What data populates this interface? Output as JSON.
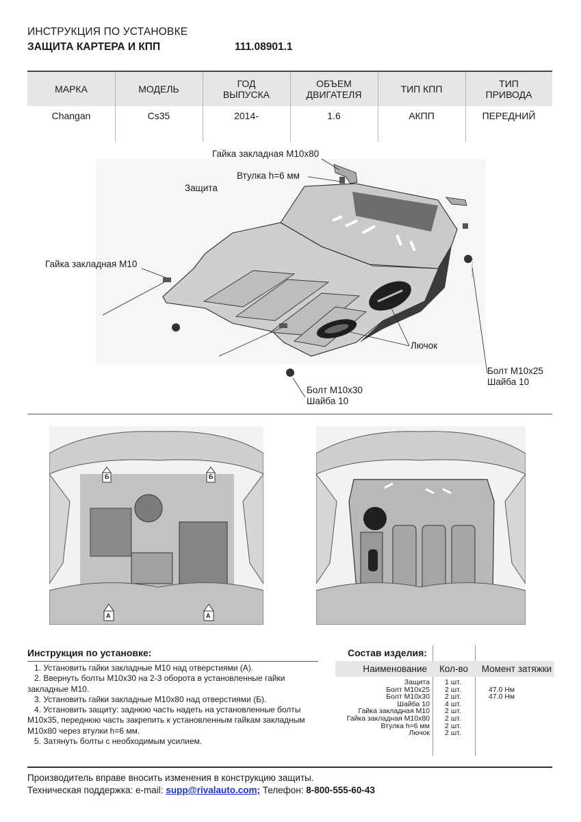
{
  "header": {
    "line1": "ИНСТРУКЦИЯ ПО УСТАНОВКЕ",
    "line2": "ЗАЩИТА КАРТЕРА И КПП",
    "code": "111.08901.1"
  },
  "specs": {
    "headers": [
      "МАРКА",
      "МОДЕЛЬ",
      "ГОД\nВЫПУСКА",
      "ОБЪЕМ\nДВИГАТЕЛЯ",
      "ТИП КПП",
      "ТИП\nПРИВОДА"
    ],
    "values": [
      "Changan",
      "Cs35",
      "2014-",
      "1.6",
      "АКПП",
      "ПЕРЕДНИЙ"
    ]
  },
  "diagram": {
    "callouts": {
      "nut_m10x80": "Гайка закладная М10х80",
      "bushing": "Втулка h=6 мм",
      "shield": "Защита",
      "nut_m10": "Гайка закладная М10",
      "hatch": "Лючок",
      "bolt_m10x25": "Болт М10х25",
      "washer_right": "Шайба 10",
      "bolt_m10x30": "Болт М10х30",
      "washer_bottom": "Шайба 10"
    }
  },
  "photos": {
    "marker_a": "А",
    "marker_b": "Б"
  },
  "instructions": {
    "title": "Инструкция по установке:",
    "steps": [
      "1. Установить гайки закладные М10 над отверстиями (А).",
      "2. Ввернуть болты М10х30 на 2-3 оборота в установленные гайки закладные М10.",
      "3. Установить гайки закладные М10х80 над отверстиями (Б).",
      "4. Установить защиту: заднюю часть надеть на установленные болты М10х35, переднюю часть закрепить к установленным гайкам закладным М10х80 через втулки h=6 мм.",
      "5. Затянуть болты с необходимым усилием."
    ]
  },
  "parts": {
    "title": "Состав изделия:",
    "columns": [
      "Наименование",
      "Кол-во",
      "Момент затяжки"
    ],
    "rows": [
      {
        "name": "Защита",
        "qty": "1 шт.",
        "torque": ""
      },
      {
        "name": "Болт М10х25",
        "qty": "2 шт.",
        "torque": "47.0 Нм"
      },
      {
        "name": "Болт М10х30",
        "qty": "2 шт.",
        "torque": "47.0 Нм"
      },
      {
        "name": "Шайба 10",
        "qty": "4 шт.",
        "torque": ""
      },
      {
        "name": "Гайка закладная М10",
        "qty": "2 шт.",
        "torque": ""
      },
      {
        "name": "Гайка закладная М10х80",
        "qty": "2 шт.",
        "torque": ""
      },
      {
        "name": "Втулка h=6 мм",
        "qty": "2 шт.",
        "torque": ""
      },
      {
        "name": "Лючок",
        "qty": "2 шт.",
        "torque": ""
      }
    ]
  },
  "footer": {
    "line1": "Производитель вправе вносить изменения в конструкцию защиты.",
    "support_label": "Техническая поддержка:  e-mail: ",
    "email": "supp@rivalauto.com;",
    "phone_label": " Телефон: ",
    "phone": "8-800-555-60-43"
  }
}
